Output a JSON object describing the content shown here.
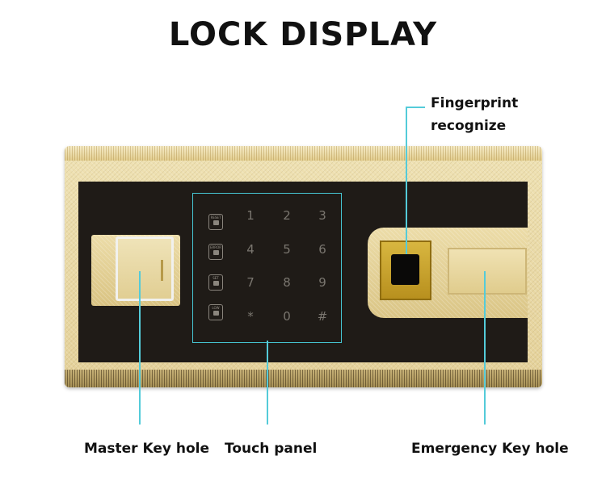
{
  "title": "LOCK DISPLAY",
  "labels": {
    "fingerprint_line1": "Fingerprint",
    "fingerprint_line2": "recognize",
    "master_key_hole": "Master Key hole",
    "touch_panel": "Touch panel",
    "emergency_key_hole": "Emergency Key hole"
  },
  "keypad": {
    "function_keys": [
      {
        "label": "RESET",
        "icon": "unlock-icon"
      },
      {
        "label": "ERROR",
        "icon": "lock-icon"
      },
      {
        "label": "SET",
        "icon": "gear-icon"
      },
      {
        "label": "LOW",
        "icon": "battery-icon"
      }
    ],
    "digits": [
      "1",
      "2",
      "3",
      "4",
      "5",
      "6",
      "7",
      "8",
      "9",
      "*",
      "0",
      "#"
    ]
  },
  "colors": {
    "leader": "#54cbd9",
    "gold": "#e8d8a4",
    "panel_black": "#1f1b17"
  }
}
